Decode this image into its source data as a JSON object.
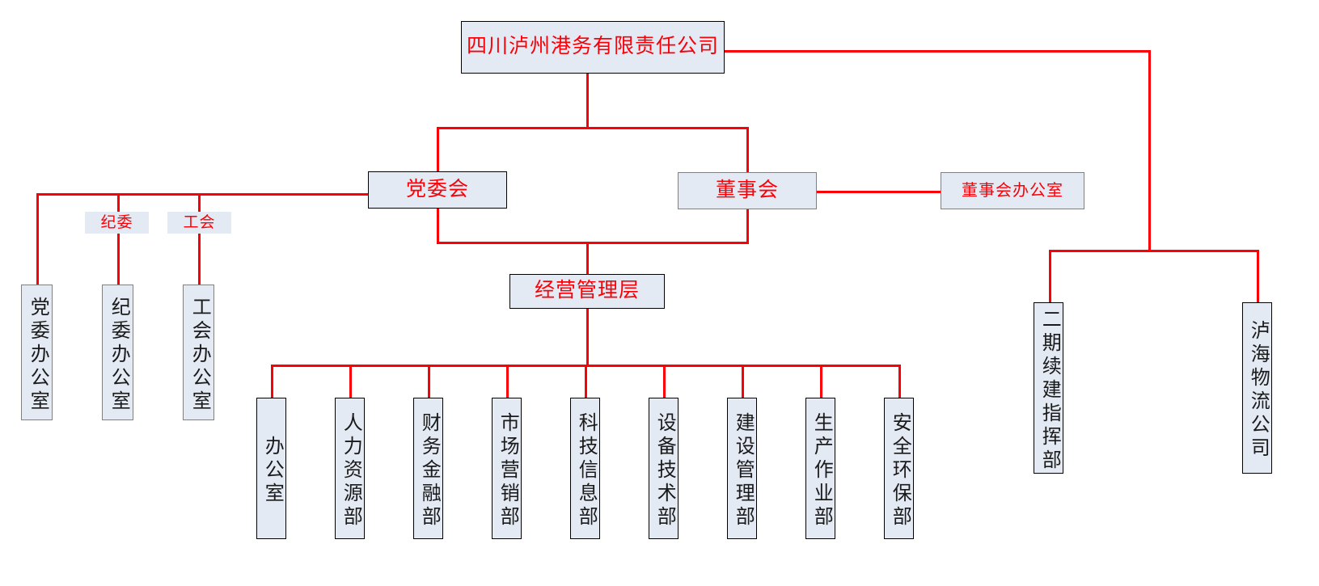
{
  "chart": {
    "title_box": {
      "label": "四川泸州港务有限责任公司"
    },
    "level2": [
      {
        "label": "党委会"
      },
      {
        "label": "董事会"
      },
      {
        "label": "董事会办公室"
      }
    ],
    "plain_labels": [
      {
        "label": "纪委"
      },
      {
        "label": "工会"
      }
    ],
    "left_offices": [
      {
        "label": "党委办公室"
      },
      {
        "label": "纪委办公室"
      },
      {
        "label": "工会办公室"
      }
    ],
    "management_box": {
      "label": "经营管理层"
    },
    "departments": [
      {
        "label": "办公室"
      },
      {
        "label": "人力资源部"
      },
      {
        "label": "财务金融部"
      },
      {
        "label": "市场营销部"
      },
      {
        "label": "科技信息部"
      },
      {
        "label": "设备技术部"
      },
      {
        "label": "建设管理部"
      },
      {
        "label": "生产作业部"
      },
      {
        "label": "安全环保部"
      }
    ],
    "subsidiaries": [
      {
        "label": "二期续建指挥部"
      },
      {
        "label": "泸海物流公司"
      }
    ],
    "colors": {
      "connector": "#fb0007",
      "box_fill": "#e4eaf4",
      "red_text": "#fb0007",
      "dark_text": "#1a1a1a",
      "border_black": "#000000",
      "border_gray": "#808080",
      "background": "#ffffff"
    }
  }
}
